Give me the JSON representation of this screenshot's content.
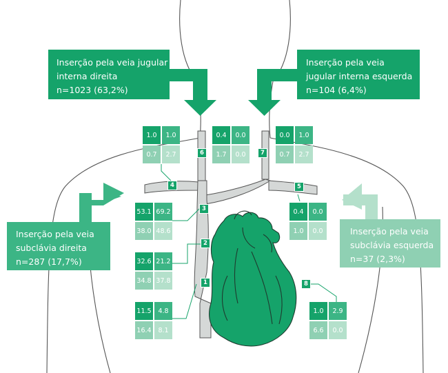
{
  "labels": {
    "jugular_right": [
      "Inserção pela veia jugular",
      "interna direita",
      "n=1023 (63,2%)"
    ],
    "jugular_left": [
      "Inserção pela veia",
      "jugular interna esquerda",
      "n=104 (6,4%)"
    ],
    "subclavian_right": [
      "Inserção pela veia",
      "subclávia direita",
      "n=287 (17,7%)"
    ],
    "subclavian_left": [
      "Inserção pela veia",
      "subclávia esquerda",
      "n=37 (2,3%)"
    ]
  },
  "grids": [
    {
      "id": "g6a",
      "values": [
        "1.0",
        "1.0",
        "0.7",
        "2.7"
      ]
    },
    {
      "id": "g6b",
      "values": [
        "0.4",
        "0.0",
        "1.7",
        "0.0"
      ]
    },
    {
      "id": "g7",
      "values": [
        "0.0",
        "1.0",
        "0.7",
        "2.7"
      ]
    },
    {
      "id": "g3",
      "values": [
        "53.1",
        "69.2",
        "38.0",
        "48.6"
      ]
    },
    {
      "id": "g5",
      "values": [
        "0.4",
        "0.0",
        "1.0",
        "0.0"
      ]
    },
    {
      "id": "g2",
      "values": [
        "32.6",
        "21.2",
        "34.8",
        "37.8"
      ]
    },
    {
      "id": "g1",
      "values": [
        "11.5",
        "4.8",
        "16.4",
        "8.1"
      ]
    },
    {
      "id": "g8",
      "values": [
        "1.0",
        "2.9",
        "6.6",
        "0.0"
      ]
    }
  ],
  "markers": [
    "1",
    "2",
    "3",
    "4",
    "5",
    "6",
    "7",
    "8"
  ],
  "colors": {
    "dark_green": "#15a36a",
    "mid_green": "#3cb585",
    "light_green": "#8fd0b3",
    "pale_green": "#b4e0cb",
    "vessel": "#d5d8d7",
    "outline": "#555555"
  }
}
